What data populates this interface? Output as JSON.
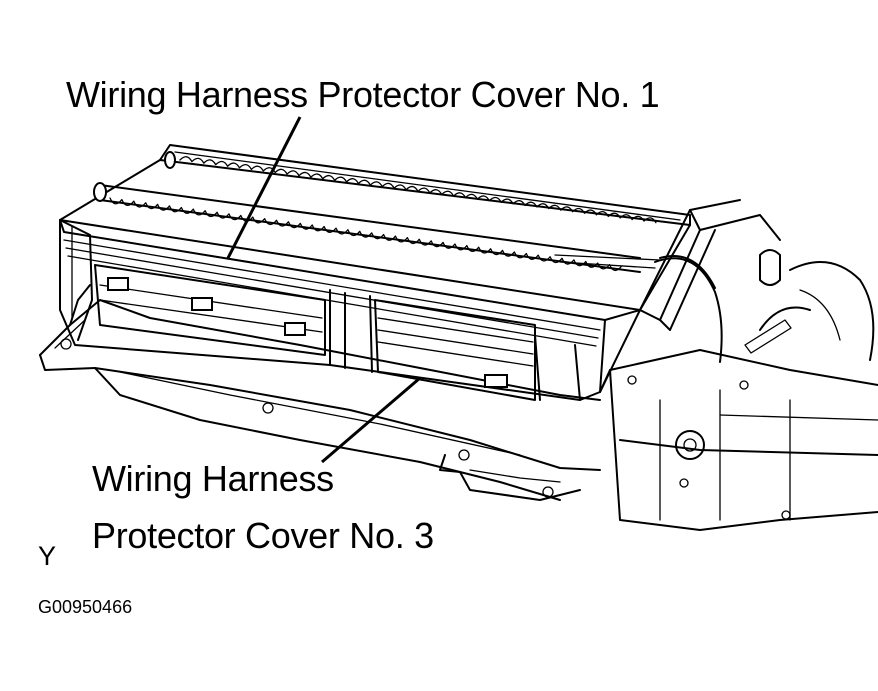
{
  "labels": {
    "cover_no_1": "Wiring Harness Protector Cover No. 1",
    "cover_no_3_line1": "Wiring Harness",
    "cover_no_3_line2": "Protector Cover No. 3",
    "view_letter": "Y",
    "figure_code": "G00950466"
  }
}
